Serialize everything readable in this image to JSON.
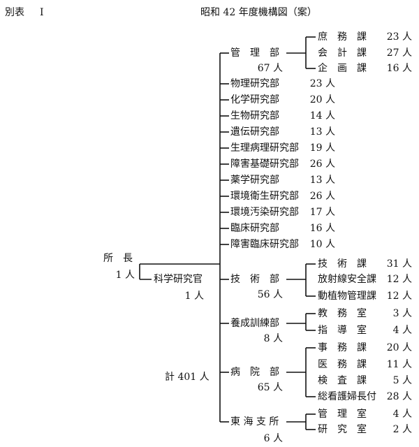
{
  "header": {
    "label": "別表",
    "numeral": "I",
    "title": "昭和 42 年度機構図（案）"
  },
  "director": {
    "title": "所　長",
    "count": "1 人"
  },
  "total": "計 401 人",
  "scientist": {
    "name": "科学研究官",
    "count": "1 人"
  },
  "management": {
    "name": "管　理　部",
    "count": "67 人",
    "sections": [
      {
        "name": "庶　務　課",
        "count": "23 人"
      },
      {
        "name": "会　計　課",
        "count": "27 人"
      },
      {
        "name": "企　画　課",
        "count": "16 人"
      }
    ]
  },
  "research_departments": [
    {
      "name": "物理研究部",
      "count": "23 人"
    },
    {
      "name": "化学研究部",
      "count": "20 人"
    },
    {
      "name": "生物研究部",
      "count": "14 人"
    },
    {
      "name": "遺伝研究部",
      "count": "13 人"
    },
    {
      "name": "生理病理研究部",
      "count": "19 人"
    },
    {
      "name": "障害基礎研究部",
      "count": "26 人"
    },
    {
      "name": "薬学研究部",
      "count": "13 人"
    },
    {
      "name": "環境衛生研究部",
      "count": "26 人"
    },
    {
      "name": "環境汚染研究部",
      "count": "17 人"
    },
    {
      "name": "臨床研究部",
      "count": "16 人"
    },
    {
      "name": "障害臨床研究部",
      "count": "10 人"
    }
  ],
  "technical": {
    "name": "技　術　部",
    "count": "56 人",
    "sections": [
      {
        "name": "技　術　課",
        "count": "31 人"
      },
      {
        "name": "放射線安全課",
        "count": "12 人"
      },
      {
        "name": "動植物管理課",
        "count": "12 人"
      }
    ]
  },
  "training": {
    "name": "養成訓練部",
    "count": "8 人",
    "sections": [
      {
        "name": "教　務　室",
        "count": "3 人"
      },
      {
        "name": "指　導　室",
        "count": "4 人"
      }
    ]
  },
  "hospital": {
    "name": "病　院　部",
    "count": "65 人",
    "sections": [
      {
        "name": "事　務　課",
        "count": "20 人"
      },
      {
        "name": "医　務　課",
        "count": "11 人"
      },
      {
        "name": "検　査　課",
        "count": "5 人"
      },
      {
        "name": "総看護婦長付",
        "count": "28 人"
      }
    ]
  },
  "tokai": {
    "name": "東 海 支 所",
    "count": "6 人",
    "sections": [
      {
        "name": "管　理　室",
        "count": "4 人"
      },
      {
        "name": "研　究　室",
        "count": "2 人"
      }
    ]
  }
}
